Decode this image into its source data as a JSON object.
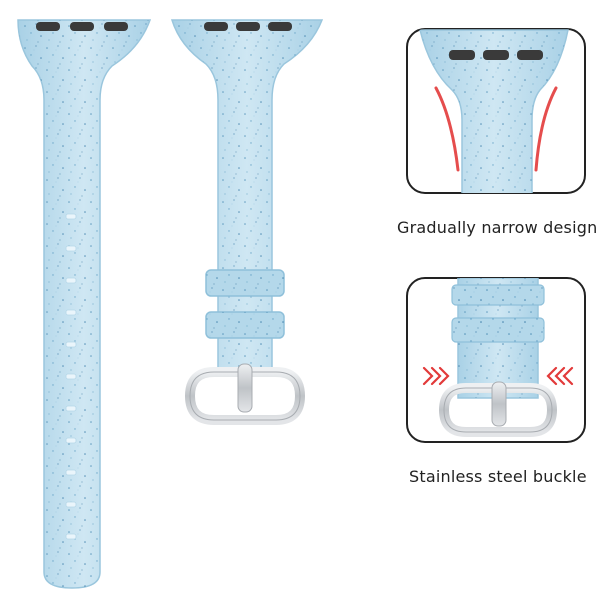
{
  "captions": {
    "narrow_design": "Gradually narrow design",
    "buckle": "Stainless steel buckle"
  },
  "colors": {
    "band_fill": "#bcdcec",
    "band_edge": "#9ac6dd",
    "glitter": "#4f8fb6",
    "connector": "#3a3a3a",
    "buckle_metal": "#c9ccd0",
    "callout_border": "#222222",
    "arrow_red": "#e23a3a"
  },
  "icons": [
    "watch-band-long-strap",
    "watch-band-buckle-strap",
    "arrow-icon"
  ]
}
